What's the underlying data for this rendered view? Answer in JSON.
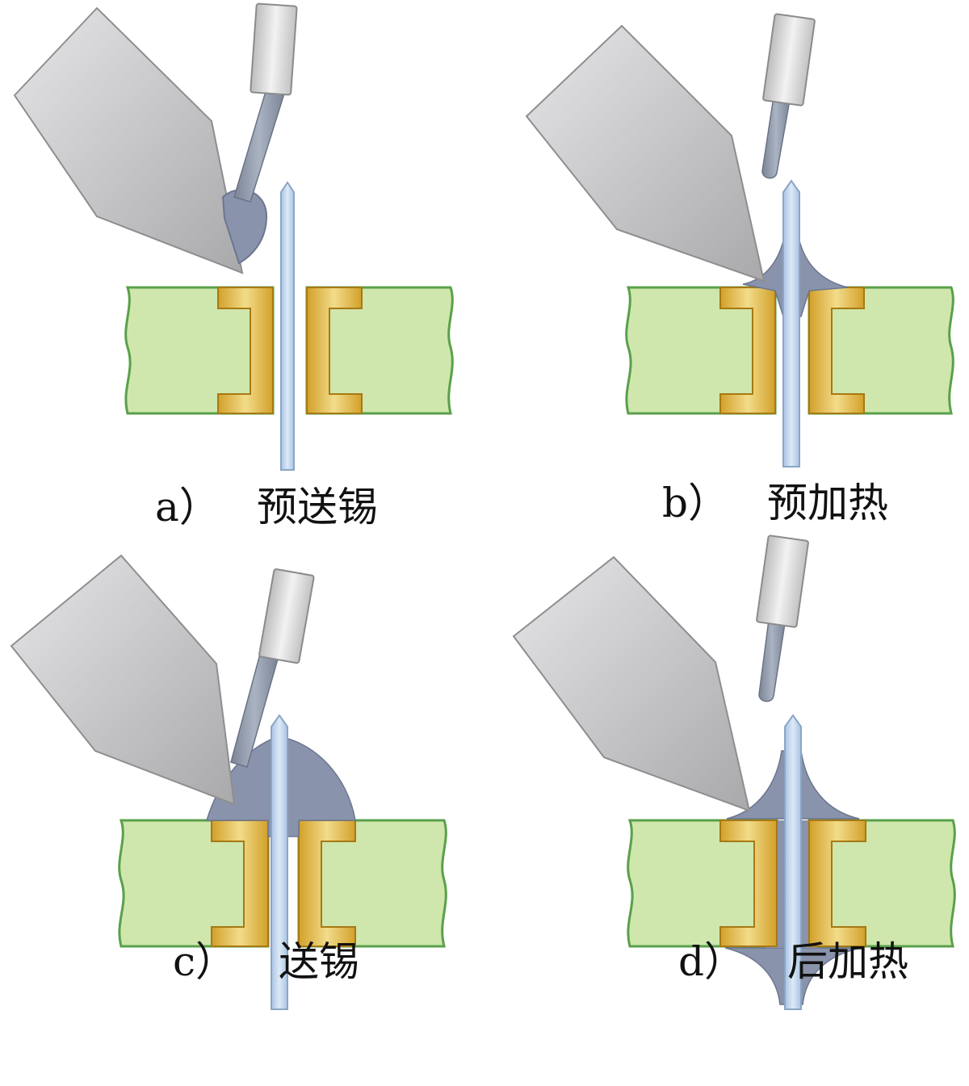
{
  "panels": [
    {
      "id": "a",
      "marker": "a）",
      "label": "预送锡",
      "stage": "pre-feed"
    },
    {
      "id": "b",
      "marker": "b）",
      "label": "预加热",
      "stage": "pre-heat"
    },
    {
      "id": "c",
      "marker": "c）",
      "label": "送锡",
      "stage": "feed"
    },
    {
      "id": "d",
      "marker": "d）",
      "label": "后加热",
      "stage": "post-heat"
    }
  ],
  "colors": {
    "board_fill": "#cfe7ad",
    "board_edge": "#5aa04a",
    "copper_fill": "#d9a92e",
    "copper_edge": "#a77912",
    "pin_fill": "#bcd3ec",
    "pin_edge": "#8aa6c6",
    "solder_fill": "#8993ab",
    "iron_fill": "#c8c8ca",
    "iron_edge": "#8e8e90",
    "wire_fill": "#8a94a6",
    "feeder_fill": "#dcdcdc",
    "background": "#ffffff"
  }
}
